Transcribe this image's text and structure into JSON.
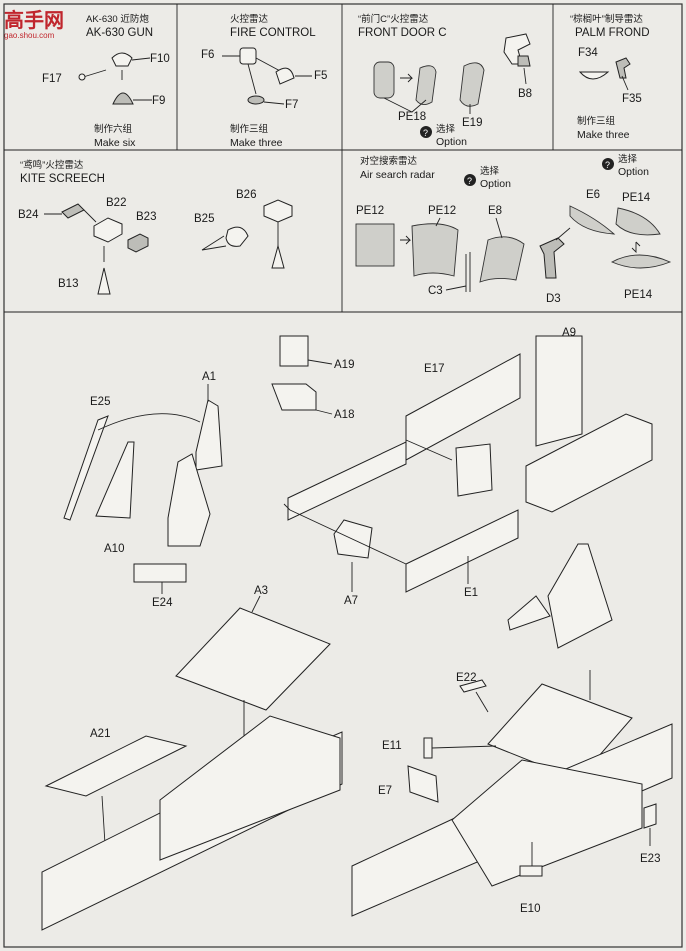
{
  "watermark": {
    "chars": "高手网",
    "url": "gao.shou.com"
  },
  "panels": {
    "ak630": {
      "zh": "AK-630 近防炮",
      "en": "AK-630 GUN",
      "note_zh": "制作六组",
      "note_en": "Make six",
      "parts": [
        "F10",
        "F17",
        "F9"
      ]
    },
    "fire_control": {
      "zh": "火控雷达",
      "en": "FIRE CONTROL",
      "note_zh": "制作三组",
      "note_en": "Make three",
      "parts": [
        "F6",
        "F5",
        "F7"
      ]
    },
    "front_door": {
      "zh": "“前门C”火控雷达",
      "en": "FRONT DOOR C",
      "option_zh": "选择",
      "option_en": "Option",
      "parts": [
        "PE18",
        "E19",
        "B8"
      ]
    },
    "palm_frond": {
      "zh": "“棕榈叶”制导雷达",
      "en": "PALM FROND",
      "note_zh": "制作三组",
      "note_en": "Make three",
      "parts": [
        "F34",
        "F35"
      ]
    },
    "kite_screech": {
      "zh": "“鸢鸣”火控雷达",
      "en": "KITE SCREECH",
      "parts": [
        "B24",
        "B22",
        "B23",
        "B13",
        "B26",
        "B25"
      ]
    },
    "air_search": {
      "zh": "对空搜索雷达",
      "en": "Air search radar",
      "option_zh": "选择",
      "option_en": "Option",
      "option2_zh": "选择",
      "option2_en": "Option",
      "parts": [
        "PE12",
        "PE12",
        "E8",
        "C3",
        "D3",
        "E6",
        "PE14",
        "PE14"
      ]
    }
  },
  "main_parts": [
    "A1",
    "E25",
    "A10",
    "E24",
    "A19",
    "A18",
    "E17",
    "A9",
    "A7",
    "E1",
    "A3",
    "A21",
    "E22",
    "E11",
    "E7",
    "E23",
    "E10"
  ],
  "option_marker": "?"
}
